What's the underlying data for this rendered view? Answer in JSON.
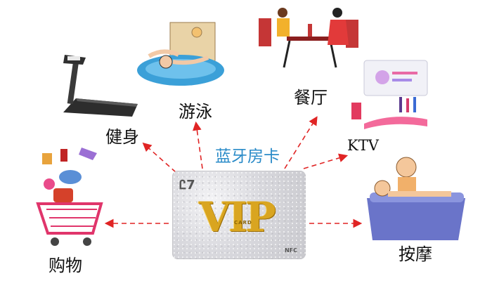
{
  "center": {
    "title": "蓝牙房卡",
    "card": {
      "brand_text": "VIP",
      "sub_text": "CARD",
      "nfc_text": "NFC"
    }
  },
  "destinations": {
    "swimming": "游泳",
    "dining": "餐厅",
    "fitness": "健身",
    "ktv": "KTV",
    "shopping": "购物",
    "massage": "按摩"
  },
  "colors": {
    "arrow": "#e02424",
    "title": "#2a8bc8",
    "card_gold": "#d9a520"
  }
}
